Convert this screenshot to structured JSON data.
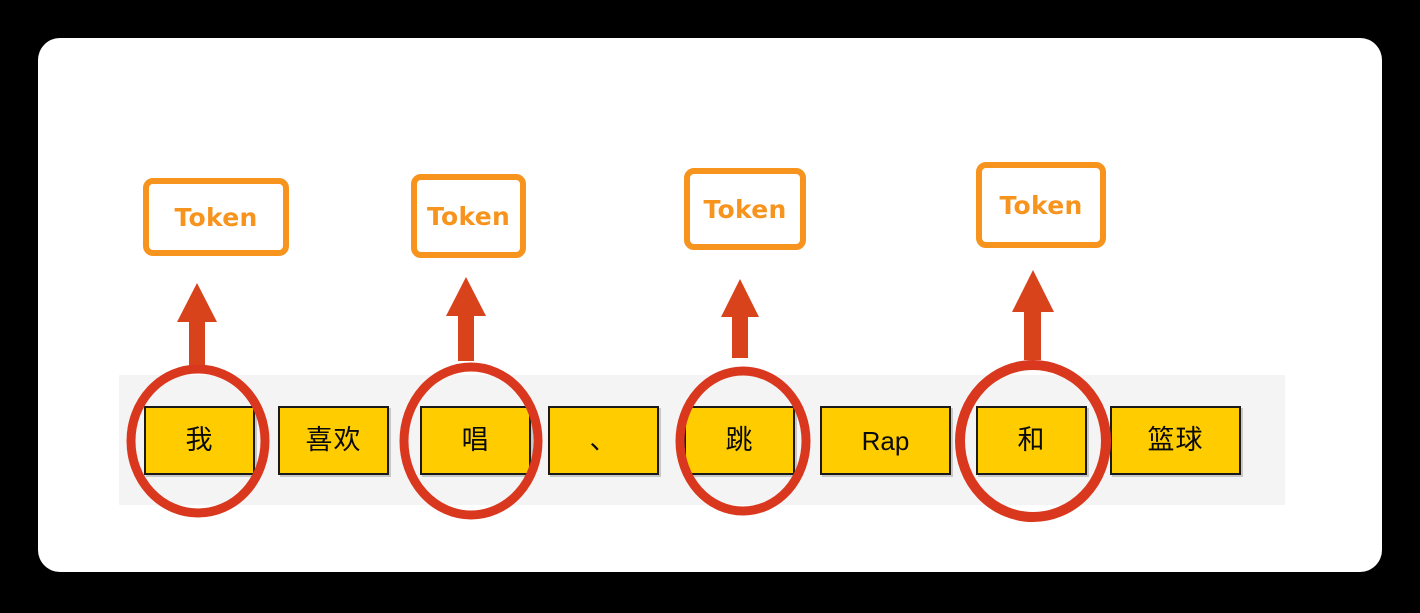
{
  "diagram": {
    "title": "Chinese sentence tokenization illustration",
    "colors": {
      "page_background": "#000000",
      "card_background": "#FFFFFF",
      "band_background": "#F4F4F4",
      "token_fill": "#FFCC00",
      "token_border": "#1A1A1A",
      "accent_orange": "#F7941E",
      "arrow_red": "#D9431C",
      "circle_red": "#D9381E"
    },
    "sentence": {
      "words": [
        {
          "text": "我",
          "script": "cjk",
          "highlighted": true
        },
        {
          "text": "喜欢",
          "script": "cjk",
          "highlighted": false
        },
        {
          "text": "唱",
          "script": "cjk",
          "highlighted": true
        },
        {
          "text": "、",
          "script": "cjk",
          "highlighted": false
        },
        {
          "text": "跳",
          "script": "cjk",
          "highlighted": true
        },
        {
          "text": "Rap",
          "script": "latin",
          "highlighted": false
        },
        {
          "text": "和",
          "script": "cjk",
          "highlighted": true
        },
        {
          "text": "篮球",
          "script": "cjk",
          "highlighted": false
        }
      ]
    },
    "token_labels": [
      {
        "text": "Token"
      },
      {
        "text": "Token"
      },
      {
        "text": "Token"
      },
      {
        "text": "Token"
      }
    ],
    "arrow_count": 4,
    "circle_count": 4
  }
}
